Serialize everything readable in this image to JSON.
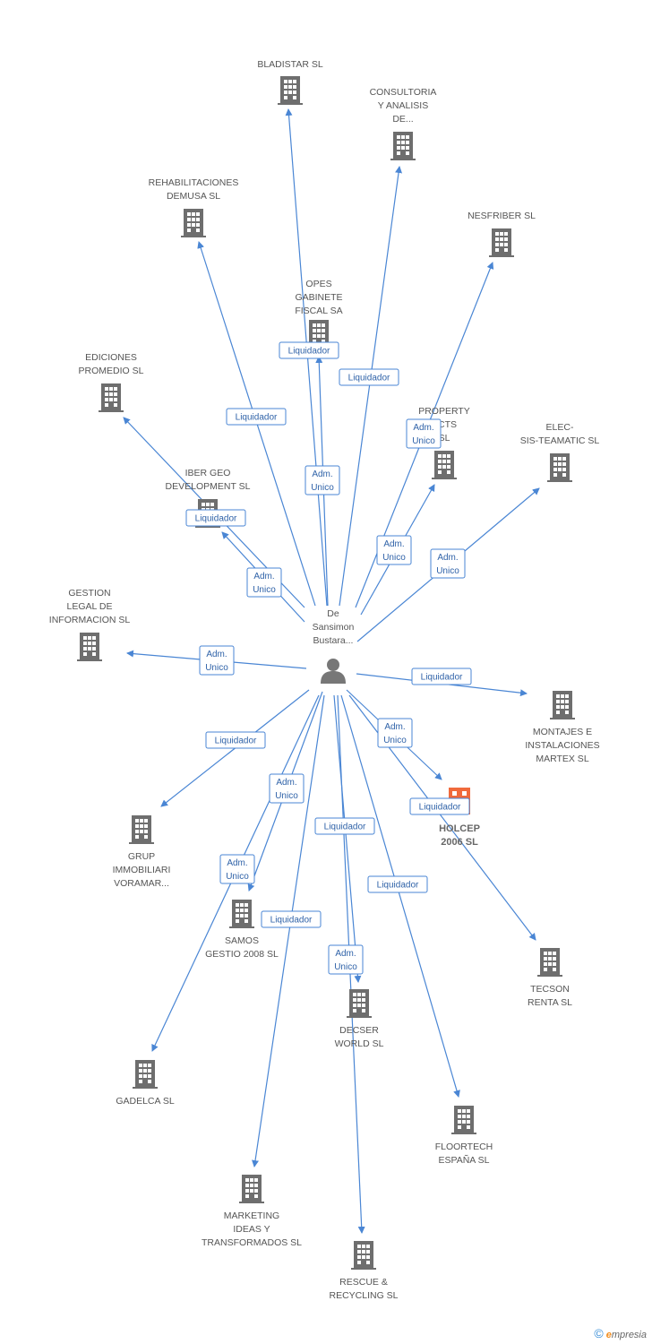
{
  "center": {
    "label": [
      "De",
      "Sansimon",
      "Bustara..."
    ]
  },
  "companies": [
    {
      "id": "bladistar",
      "label": [
        "BLADISTAR SL"
      ]
    },
    {
      "id": "consultoria",
      "label": [
        "CONSULTORIA",
        "Y ANALISIS",
        "DE..."
      ]
    },
    {
      "id": "rehabilitaciones",
      "label": [
        "REHABILITACIONES",
        "DEMUSA SL"
      ]
    },
    {
      "id": "nesfriber",
      "label": [
        "NESFRIBER SL"
      ]
    },
    {
      "id": "opes",
      "label": [
        "OPES",
        "GABINETE",
        "FISCAL SA"
      ]
    },
    {
      "id": "ediciones",
      "label": [
        "EDICIONES",
        "PROMEDIO SL"
      ]
    },
    {
      "id": "property",
      "label": [
        "PROPERTY",
        "ECTS",
        "SL"
      ]
    },
    {
      "id": "elec",
      "label": [
        "ELEC-",
        "SIS-TEAMATIC SL"
      ]
    },
    {
      "id": "iber",
      "label": [
        "IBER GEO",
        "DEVELOPMENT SL"
      ]
    },
    {
      "id": "gestion",
      "label": [
        "GESTION",
        "LEGAL DE",
        "INFORMACION SL"
      ]
    },
    {
      "id": "montajes",
      "label": [
        "MONTAJES E",
        "INSTALACIONES",
        "MARTEX SL"
      ]
    },
    {
      "id": "holcep",
      "label": [
        "HOLCEP",
        "2006 SL"
      ],
      "highlight": true
    },
    {
      "id": "grup",
      "label": [
        "GRUP",
        "IMMOBILIARI",
        "VORAMAR..."
      ]
    },
    {
      "id": "samos",
      "label": [
        "SAMOS",
        "GESTIO 2008 SL"
      ]
    },
    {
      "id": "tecson",
      "label": [
        "TECSON",
        "RENTA SL"
      ]
    },
    {
      "id": "decser",
      "label": [
        "DECSER",
        "WORLD SL"
      ]
    },
    {
      "id": "gadelca",
      "label": [
        "GADELCA SL"
      ]
    },
    {
      "id": "floortech",
      "label": [
        "FLOORTECH",
        "ESPAÑA SL"
      ]
    },
    {
      "id": "marketing",
      "label": [
        "MARKETING",
        "IDEAS Y",
        "TRANSFORMADOS SL"
      ]
    },
    {
      "id": "rescue",
      "label": [
        "RESCUE &",
        "RECYCLING SL"
      ]
    }
  ],
  "edges": [
    {
      "to": "bladistar",
      "label": [
        "Liquidador"
      ]
    },
    {
      "to": "consultoria",
      "label": [
        "Liquidador"
      ]
    },
    {
      "to": "rehabilitaciones",
      "label": [
        "Liquidador"
      ]
    },
    {
      "to": "nesfriber",
      "label": [
        "Adm.",
        "Unico"
      ]
    },
    {
      "to": "opes",
      "label": [
        "Adm.",
        "Unico"
      ]
    },
    {
      "to": "ediciones",
      "label": [
        "Liquidador"
      ]
    },
    {
      "to": "property",
      "label": [
        "Adm.",
        "Unico"
      ]
    },
    {
      "to": "elec",
      "label": [
        "Adm.",
        "Unico"
      ]
    },
    {
      "to": "iber",
      "label": [
        "Adm.",
        "Unico"
      ]
    },
    {
      "to": "gestion",
      "label": [
        "Adm.",
        "Unico"
      ]
    },
    {
      "to": "montajes",
      "label": [
        "Liquidador"
      ]
    },
    {
      "to": "holcep",
      "label": [
        "Adm.",
        "Unico"
      ]
    },
    {
      "to": "grup",
      "label": [
        "Liquidador"
      ]
    },
    {
      "to": "samos",
      "label": [
        "Adm.",
        "Unico"
      ]
    },
    {
      "to": "tecson",
      "label": [
        "Liquidador"
      ]
    },
    {
      "to": "decser",
      "label": [
        "Adm.",
        "Unico"
      ]
    },
    {
      "to": "gadelca",
      "label": [
        "Adm.",
        "Unico"
      ]
    },
    {
      "to": "floortech",
      "label": [
        "Liquidador"
      ]
    },
    {
      "to": "marketing",
      "label": [
        "Liquidador"
      ]
    },
    {
      "to": "rescue",
      "label": [
        "Liquidador"
      ]
    }
  ],
  "colors": {
    "edge": "#4a86d4",
    "building": "#6e6e6e",
    "highlight": "#f06a3c",
    "person": "#777777"
  },
  "brand": {
    "copyright": "©",
    "e": "e",
    "rest": "mpresia"
  }
}
